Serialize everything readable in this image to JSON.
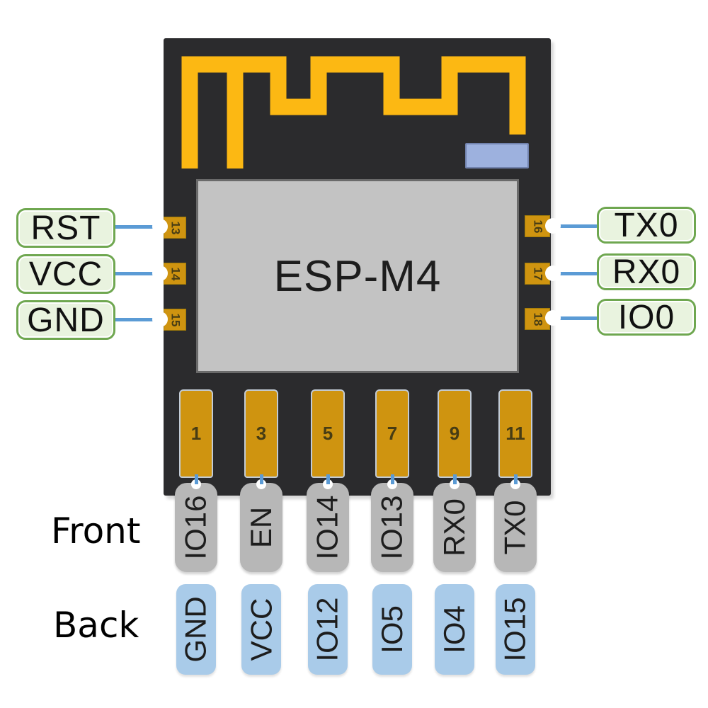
{
  "module": {
    "name": "ESP-M4",
    "front_label": "Front",
    "back_label": "Back"
  },
  "left_pins": [
    {
      "pad": "13",
      "label": "RST"
    },
    {
      "pad": "14",
      "label": "VCC"
    },
    {
      "pad": "15",
      "label": "GND"
    }
  ],
  "right_pins": [
    {
      "pad": "16",
      "label": "TX0"
    },
    {
      "pad": "17",
      "label": "RX0"
    },
    {
      "pad": "18",
      "label": "IO0"
    }
  ],
  "bottom_pins": [
    {
      "pad": "1",
      "front": "IO16",
      "back": "GND"
    },
    {
      "pad": "3",
      "front": "EN",
      "back": "VCC"
    },
    {
      "pad": "5",
      "front": "IO14",
      "back": "IO12"
    },
    {
      "pad": "7",
      "front": "IO13",
      "back": "IO5"
    },
    {
      "pad": "9",
      "front": "RX0",
      "back": "IO4"
    },
    {
      "pad": "11",
      "front": "TX0",
      "back": "IO15"
    }
  ],
  "colors": {
    "board": "#2b2b2d",
    "antenna": "#fcb813",
    "pad_gold": "#cf9410",
    "wire": "#5b9bd5",
    "green_fill": "#e9f3df",
    "green_border": "#6fa750",
    "shield_fill": "#c3c3c3",
    "shield_border": "#6a6a6a",
    "smd_fill": "#9db1de",
    "smd_border": "#7182ad",
    "gray_pill": "#b7b7b7",
    "blue_pill": "#a9cbe9",
    "text_dark": "#1d1d1d",
    "pad_num": "#473c14"
  }
}
